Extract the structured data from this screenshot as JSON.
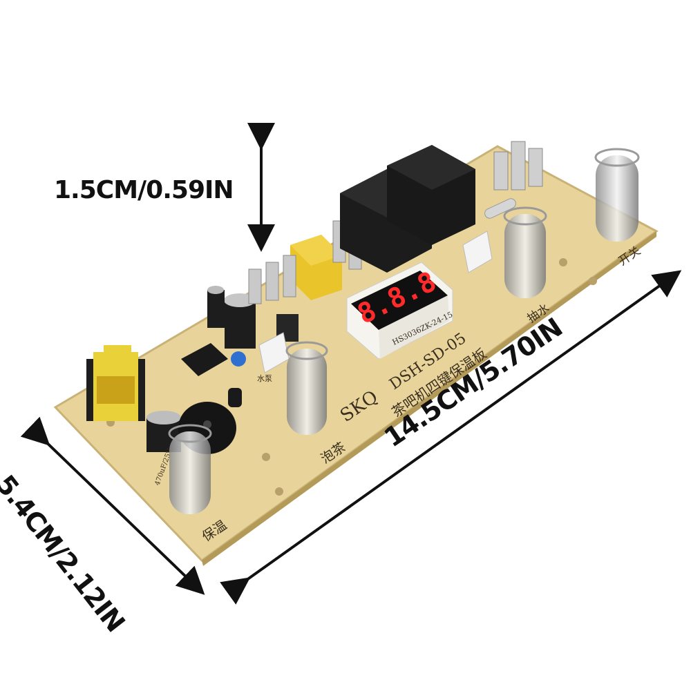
{
  "dimensions": {
    "height": "1.5CM/0.59IN",
    "length": "14.5CM/5.70IN",
    "width": "5.4CM/2.12IN"
  },
  "board": {
    "brand": "SKQ",
    "model": "DSH-SD-05",
    "description": "茶吧机四键保温板",
    "button_keep_warm": "保温",
    "button_brew_tea": "泡茶",
    "button_pump_water": "抽水",
    "button_power": "开关",
    "display_digits": "8.8.8",
    "display_part_no": "HS3036ZK-24-15",
    "capacitor_marking": "470uF/25V",
    "connector_label": "水泵"
  },
  "colors": {
    "pcb": "#e8d49a",
    "relay": "#1c1c1c",
    "display": "#111111",
    "segment": "#ff2a2a",
    "arrow": "#111111"
  }
}
